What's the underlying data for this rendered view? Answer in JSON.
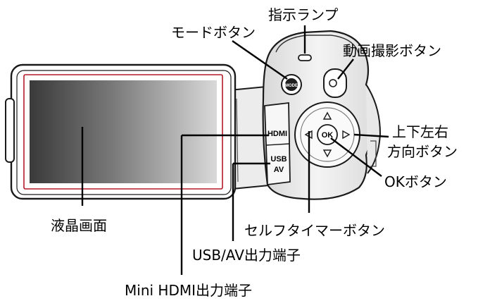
{
  "labels": {
    "indicator_lamp": "指示ランプ",
    "mode_button": "モードボタン",
    "record_button": "動画撮影ボタン",
    "direction_buttons_line1": "上下左右",
    "direction_buttons_line2": "方向ボタン",
    "ok_button": "OKボタン",
    "lcd_screen": "液晶画面",
    "self_timer_button": "セルフタイマーボタン",
    "usb_av_port": "USB/AV出力端子",
    "mini_hdmi_port": "Mini HDMI出力端子"
  },
  "device_text": {
    "hdmi": "HDMI",
    "usb": "USB",
    "av": "AV",
    "mode": "MODE",
    "ok": "OK"
  },
  "colors": {
    "screen_border": "#b31a28",
    "outline": "#1a1a1a",
    "body_fill": "#f2f2f2"
  }
}
